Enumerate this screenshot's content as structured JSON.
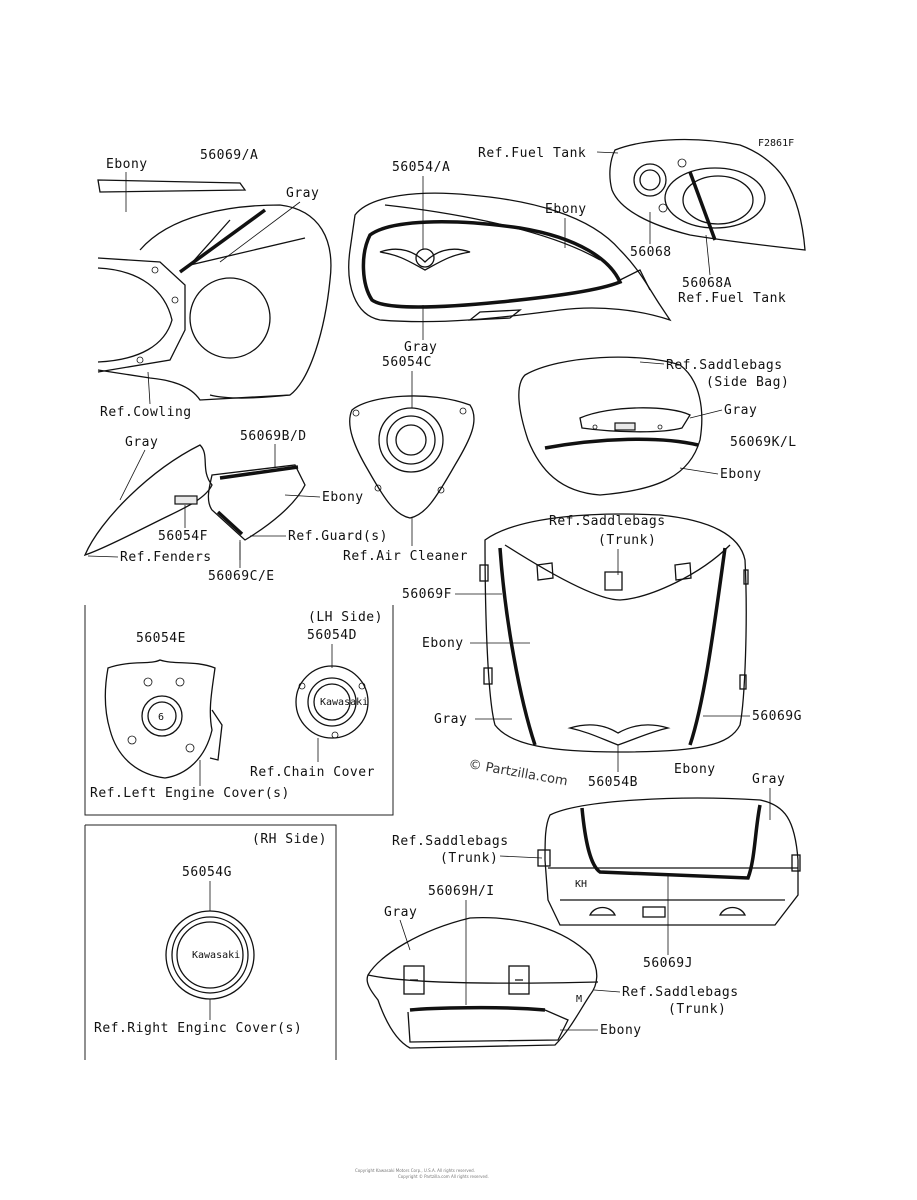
{
  "figure_code": "F2861F",
  "labels": {
    "p56069A": "56069/A",
    "ebony": "Ebony",
    "gray": "Gray",
    "refCowling": "Ref.Cowling",
    "p56054A": "56054/A",
    "refFuelTank": "Ref.Fuel Tank",
    "p56068": "56068",
    "p56068A": "56068A",
    "p56054C": "56054C",
    "refSaddlebagsSide": "Ref.Saddlebags",
    "sideBag": "(Side Bag)",
    "p56069KL": "56069K/L",
    "p56069BD": "56069B/D",
    "p56054F": "56054F",
    "refFenders": "Ref.Fenders",
    "refGuards": "Ref.Guard(s)",
    "p56069CE": "56069C/E",
    "refAirCleaner": "Ref.Air Cleaner",
    "refSaddlebagsTrunk": "Ref.Saddlebags",
    "trunk": "(Trunk)",
    "p56069F": "56069F",
    "p56069G": "56069G",
    "p56054B": "56054B",
    "lhSide": "(LH Side)",
    "p56054E": "56054E",
    "p56054D": "56054D",
    "refChainCover": "Ref.Chain Cover",
    "refLeftEngineCovers": "Ref.Left Engine Cover(s)",
    "rhSide": "(RH Side)",
    "p56054G": "56054G",
    "refRightEngineCovers": "Ref.Right Enginc Cover(s)",
    "p56069J": "56069J",
    "p56069HI": "56069H/I",
    "watermark": "© Partzilla.com"
  },
  "footer": {
    "line1": "Copyright Kawasaki Motors Corp., U.S.A. All rights reserved.",
    "line2": "Copyright © Partzilla.com All rights reserved."
  }
}
